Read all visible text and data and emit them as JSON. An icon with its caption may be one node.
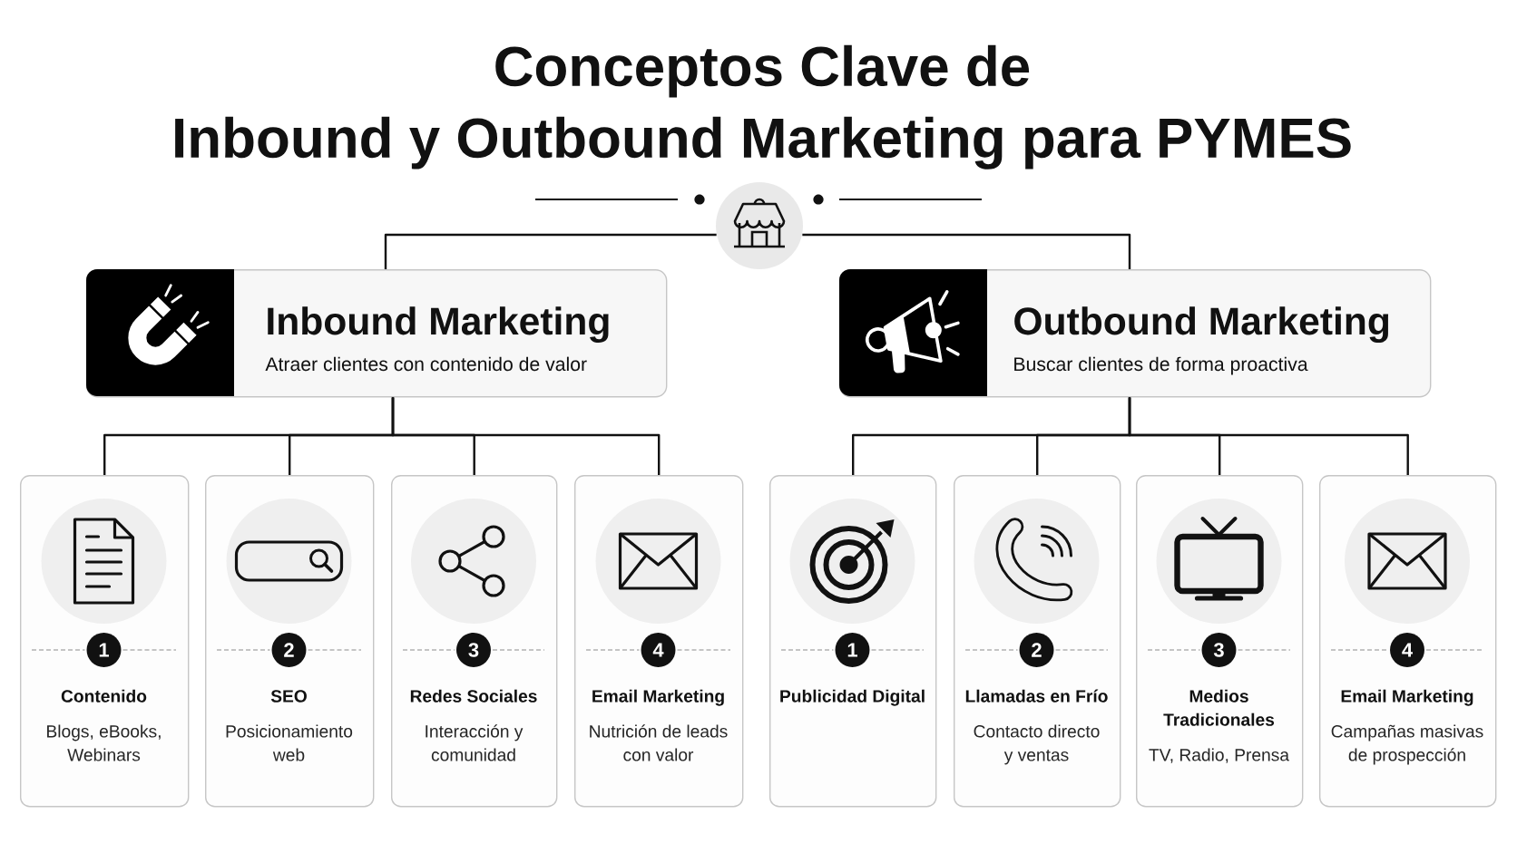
{
  "diagram": {
    "title": "Conceptos Clave de Inbound y Outbound Marketing para PYMES",
    "nodes": [
      {
        "text": [],
        "shape": "circle"
      },
      {
        "text": [
          "Inbound Marketing",
          "Atraer clientes con contenido de valor"
        ]
      },
      {
        "text": [
          "Outbound Marketing",
          "Buscar clientes de forma proactiva"
        ]
      },
      {
        "text": [
          "1",
          "Contenido",
          "Blogs, eBooks, Webinars"
        ]
      },
      {
        "text": [
          "2",
          "SEO",
          "Posicionamiento web"
        ]
      },
      {
        "text": [
          "3",
          "Redes Sociales",
          "Interacción y comunidad"
        ]
      },
      {
        "text": [
          "4",
          "Email Marketing",
          "Nutrición de leads con valor"
        ]
      },
      {
        "text": [
          "1",
          "Publicidad Digital"
        ]
      },
      {
        "text": [
          "2",
          "Llamadas en Frío",
          "Contacto directo y ventas"
        ]
      },
      {
        "text": [
          "3",
          "Medios Tradicionales",
          "TV, Radio, Prensa"
        ]
      },
      {
        "text": [
          "4",
          "Email Marketing",
          "Campañas masivas de prospección"
        ]
      }
    ],
    "edges": [
      {
        "from": 0,
        "to": 1,
        "arrow": "none"
      },
      {
        "from": 0,
        "to": 2,
        "arrow": "none"
      },
      {
        "from": 1,
        "to": 3,
        "arrow": "none"
      },
      {
        "from": 1,
        "to": 4,
        "arrow": "none"
      },
      {
        "from": 1,
        "to": 5,
        "arrow": "none"
      },
      {
        "from": 1,
        "to": 6,
        "arrow": "none"
      },
      {
        "from": 2,
        "to": 7,
        "arrow": "none"
      },
      {
        "from": 2,
        "to": 8,
        "arrow": "none"
      },
      {
        "from": 2,
        "to": 9,
        "arrow": "none"
      },
      {
        "from": 2,
        "to": 10,
        "arrow": "none"
      }
    ]
  }
}
